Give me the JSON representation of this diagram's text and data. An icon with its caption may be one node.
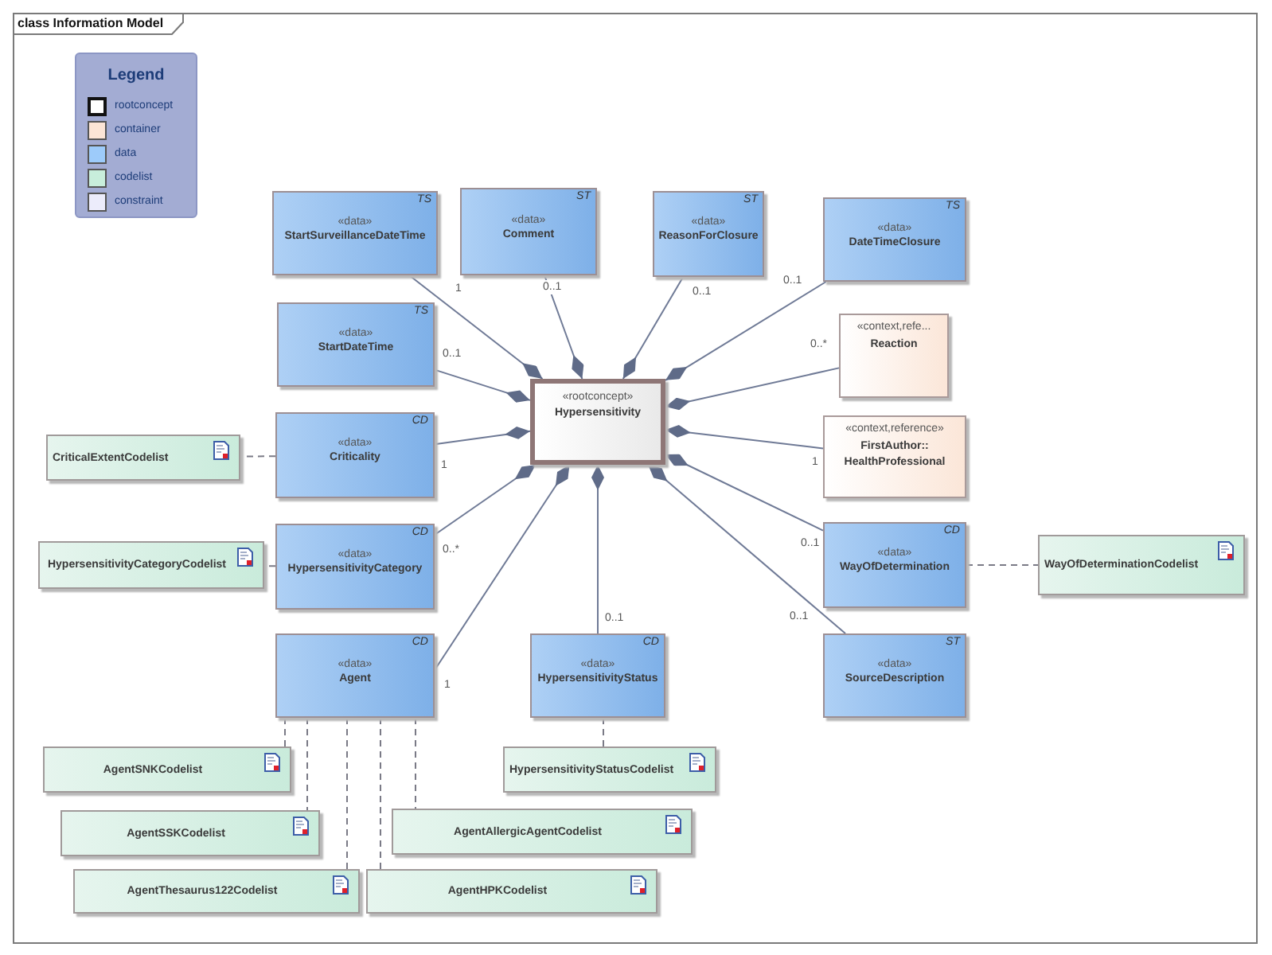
{
  "diagram": {
    "nodes": [
      {
        "text": [
          "class Information Model"
        ]
      },
      {
        "text": [
          "TS",
          "«data»",
          "StartSurveillanceDateTime"
        ],
        "in": 0
      },
      {
        "text": [
          "ST",
          "«data»",
          "Comment"
        ],
        "in": 0
      },
      {
        "text": [
          "ST",
          "«data»",
          "ReasonForClosure"
        ],
        "in": 0
      },
      {
        "text": [
          "TS",
          "«data»",
          "DateTimeClosure"
        ],
        "in": 0
      },
      {
        "text": [
          "TS",
          "«data»",
          "StartDateTime"
        ],
        "in": 0
      },
      {
        "text": [
          "«rootconcept»",
          "Hypersensitivity"
        ],
        "in": 0
      },
      {
        "text": [
          "«context,refe...",
          "Reaction"
        ],
        "in": 0
      },
      {
        "text": [
          "«context,reference»",
          "FirstAuthor:: HealthProfessional"
        ],
        "in": 0
      },
      {
        "text": [
          "CriticalExtentCodelist"
        ],
        "in": 0
      },
      {
        "text": [
          "CD",
          "«data»",
          "Criticality"
        ],
        "in": 0
      },
      {
        "text": [
          "HypersensitivityCategoryCodelist"
        ],
        "in": 0
      },
      {
        "text": [
          "CD",
          "«data»",
          "HypersensitivityCategory"
        ],
        "in": 0
      },
      {
        "text": [
          "CD",
          "«data»",
          "WayOfDetermination"
        ],
        "in": 0
      },
      {
        "text": [
          "WayOfDeterminationCodelist"
        ],
        "in": 0
      },
      {
        "text": [
          "CD",
          "«data»",
          "Agent"
        ],
        "in": 0
      },
      {
        "text": [
          "CD",
          "«data»",
          "HypersensitivityStatus"
        ],
        "in": 0
      },
      {
        "text": [
          "ST",
          "«data»",
          "SourceDescription"
        ],
        "in": 0
      },
      {
        "text": [
          "AgentSNKCodelist"
        ],
        "in": 0
      },
      {
        "text": [
          "HypersensitivityStatusCodelist"
        ],
        "in": 0
      },
      {
        "text": [
          "AgentSSKCodelist"
        ],
        "in": 0
      },
      {
        "text": [
          "AgentAllergicAgentCodelist"
        ],
        "in": 0
      },
      {
        "text": [
          "AgentThesaurus122Codelist"
        ],
        "in": 0
      },
      {
        "text": [
          "AgentHPKCodelist"
        ],
        "in": 0
      }
    ],
    "edges": [
      {
        "from": 1,
        "to": 6,
        "arrow": "other",
        "label": "1"
      },
      {
        "from": 2,
        "to": 6,
        "arrow": "other",
        "label": "0..1"
      },
      {
        "from": 3,
        "to": 6,
        "arrow": "other",
        "label": "0..1"
      },
      {
        "from": 4,
        "to": 6,
        "arrow": "other",
        "label": "0..1"
      },
      {
        "from": 5,
        "to": 6,
        "arrow": "other",
        "label": "0..1"
      },
      {
        "from": 7,
        "to": 6,
        "arrow": "other",
        "label": "0..*"
      },
      {
        "from": 8,
        "to": 6,
        "arrow": "other",
        "label": "1"
      },
      {
        "from": 10,
        "to": 6,
        "arrow": "other",
        "label": "1"
      },
      {
        "from": 12,
        "to": 6,
        "arrow": "other",
        "label": "0..*"
      },
      {
        "from": 13,
        "to": 6,
        "arrow": "other",
        "label": "0..1"
      },
      {
        "from": 15,
        "to": 6,
        "arrow": "other",
        "label": "1"
      },
      {
        "from": 16,
        "to": 6,
        "arrow": "other",
        "label": "0..1"
      },
      {
        "from": 17,
        "to": 6,
        "arrow": "other",
        "label": "0..1"
      },
      {
        "from": 10,
        "to": 9,
        "arrow": "none",
        "style": "dashed"
      },
      {
        "from": 12,
        "to": 11,
        "arrow": "none",
        "style": "dashed"
      },
      {
        "from": 13,
        "to": 14,
        "arrow": "none",
        "style": "dashed"
      },
      {
        "from": 15,
        "to": 18,
        "arrow": "none",
        "style": "dashed"
      },
      {
        "from": 15,
        "to": 20,
        "arrow": "none",
        "style": "dashed"
      },
      {
        "from": 15,
        "to": 22,
        "arrow": "none",
        "style": "dashed"
      },
      {
        "from": 15,
        "to": 23,
        "arrow": "none",
        "style": "dashed"
      },
      {
        "from": 15,
        "to": 21,
        "arrow": "none",
        "style": "dashed"
      },
      {
        "from": 16,
        "to": 19,
        "arrow": "none",
        "style": "dashed"
      }
    ],
    "labels": [
      "Legend"
    ],
    "legend": [
      {
        "text": "rootconcept",
        "color": "#ffffff"
      },
      {
        "text": "container",
        "color": "#fbe5d6"
      },
      {
        "text": "data",
        "color": "#9dcbfa"
      },
      {
        "text": "codelist",
        "color": "#c8eedb"
      },
      {
        "text": "constraint",
        "color": "#ececfb"
      }
    ]
  }
}
